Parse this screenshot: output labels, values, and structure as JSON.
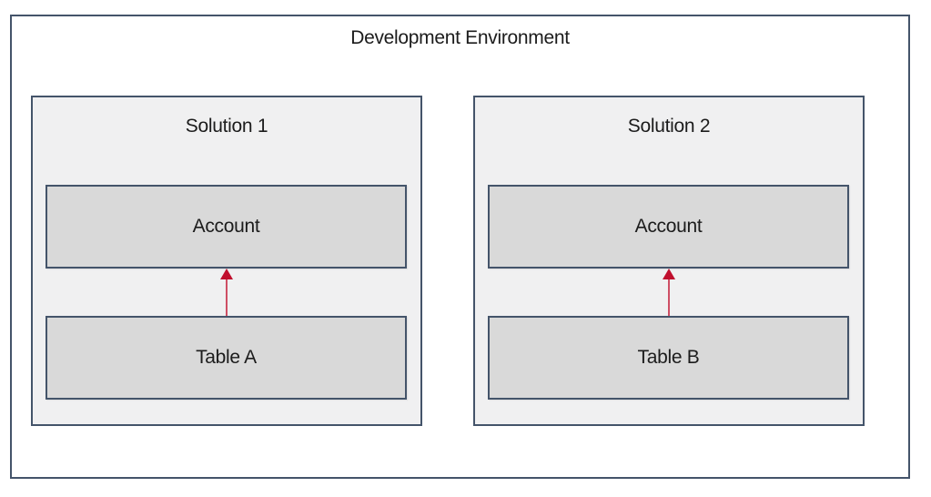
{
  "diagram": {
    "title": "Development Environment",
    "colors": {
      "border": "#44546a",
      "solution_background": "#f0f0f1",
      "node_background": "#d9d9d9",
      "environment_background": "#ffffff",
      "arrow": "#c00f2e",
      "text": "#1c1c1c"
    }
  },
  "solutions": [
    {
      "title": "Solution 1",
      "account_label": "Account",
      "table_label": "Table A",
      "arrow": "Table A depends on Account (upward arrow)"
    },
    {
      "title": "Solution 2",
      "account_label": "Account",
      "table_label": "Table B",
      "arrow": "Table B depends on Account (upward arrow)"
    }
  ]
}
